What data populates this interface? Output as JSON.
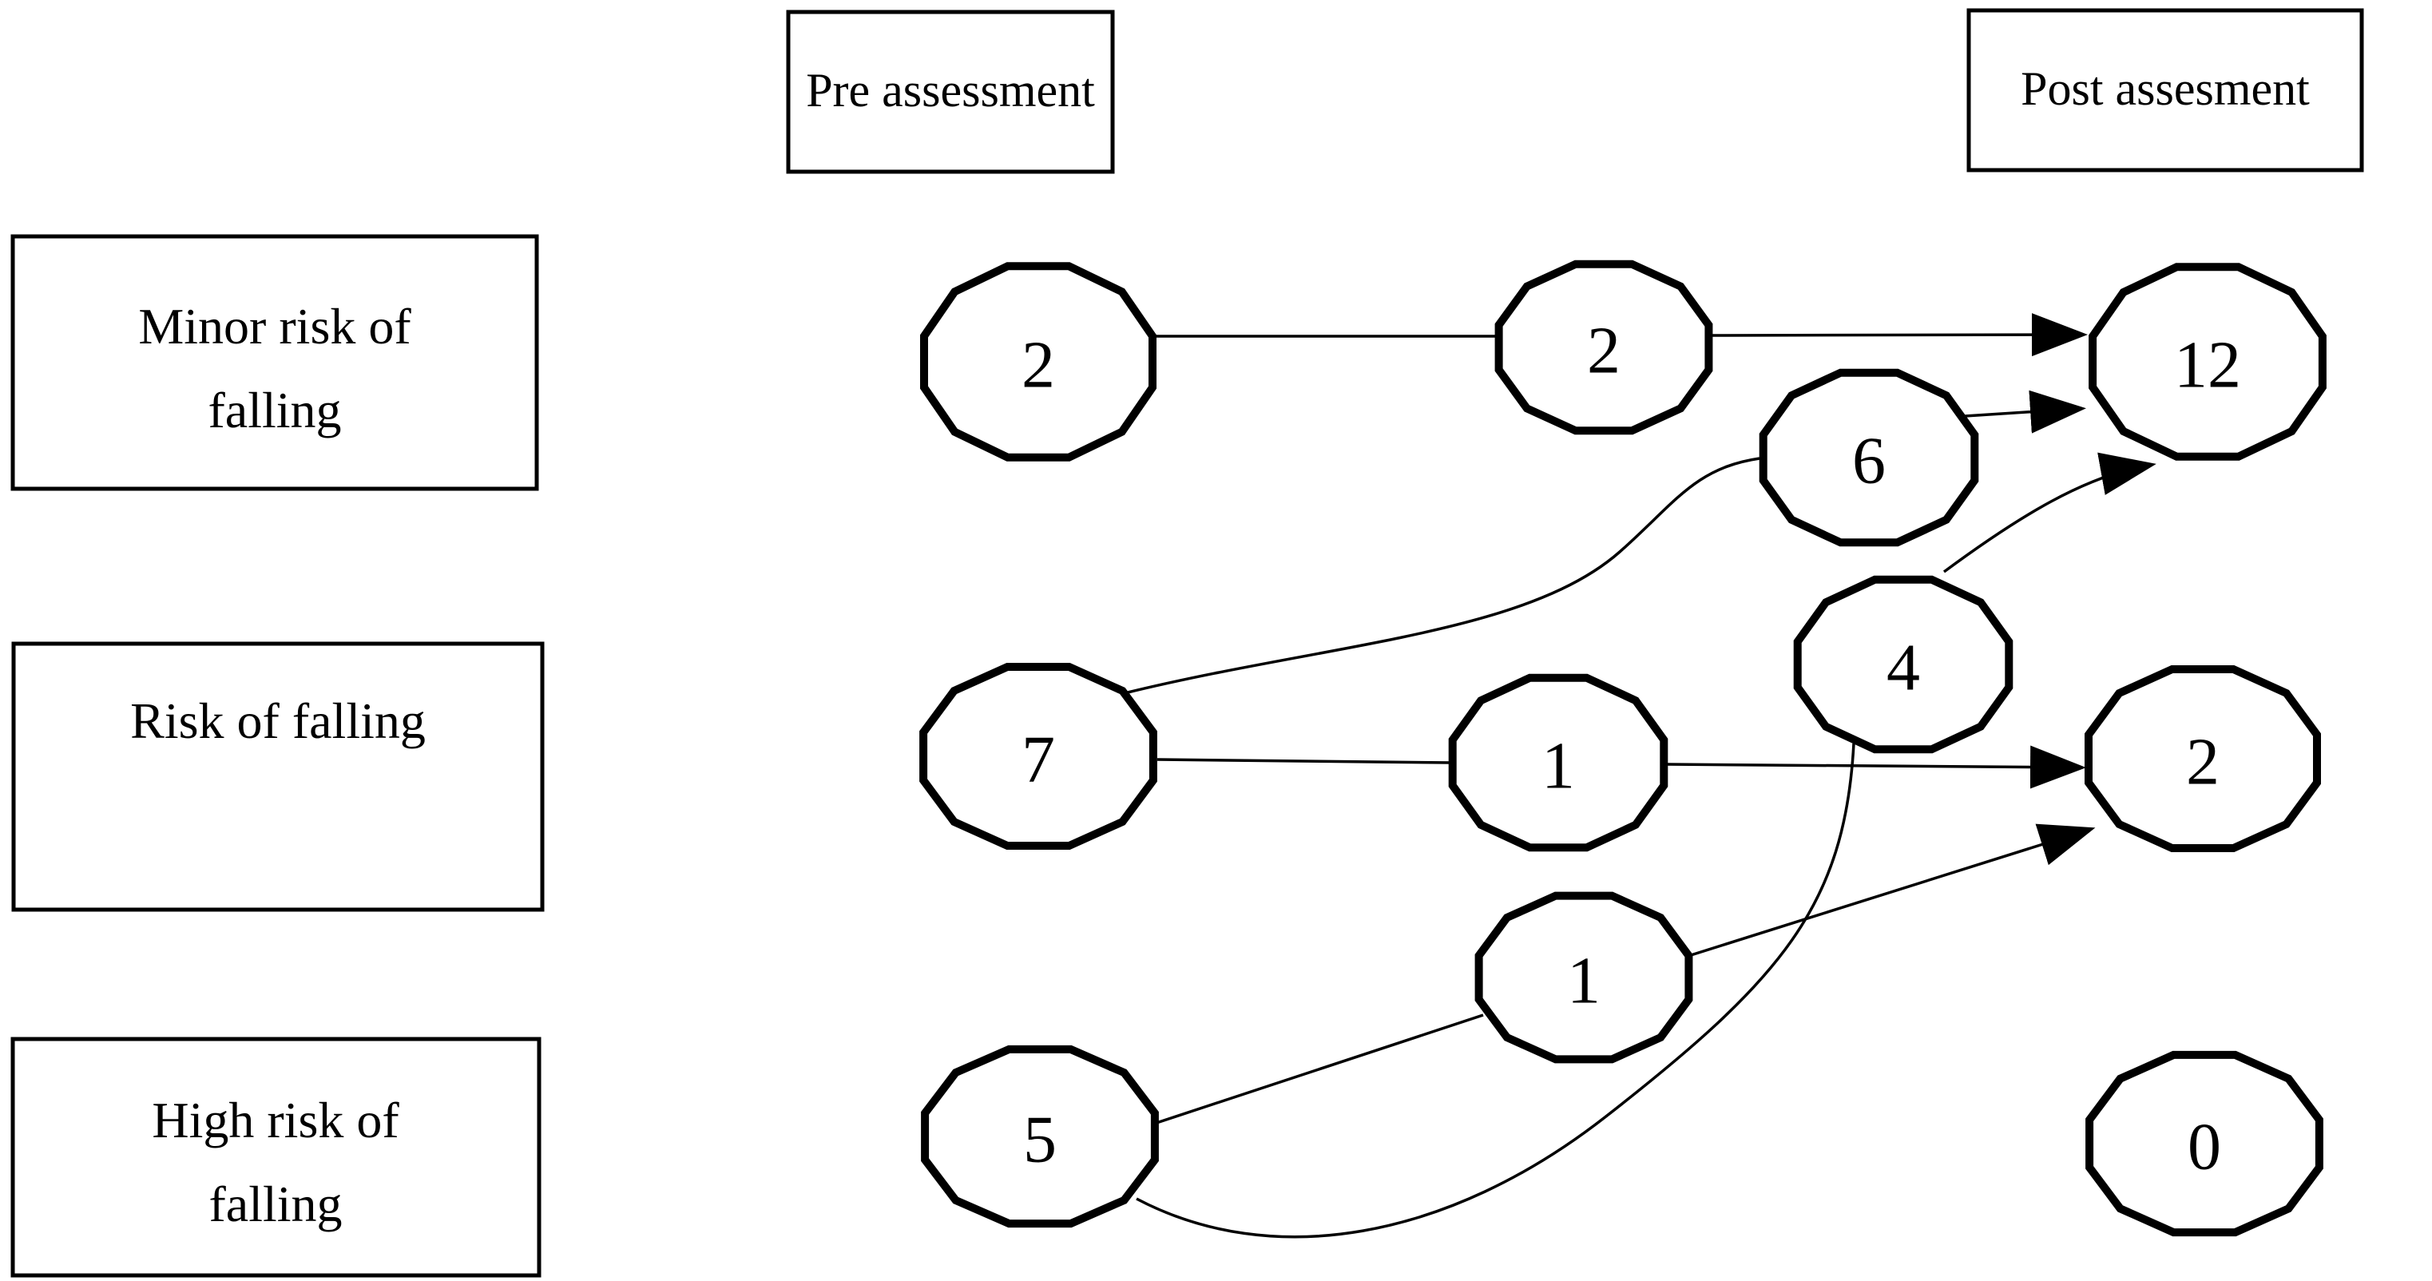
{
  "colors": {
    "ink": "#000000",
    "paper": "#ffffff"
  },
  "diagram": {
    "headers": [
      {
        "id": "pre",
        "label": "Pre assessment"
      },
      {
        "id": "post",
        "label": "Post assesment"
      }
    ],
    "row_labels": [
      {
        "id": "minor",
        "lines": [
          "Minor risk of",
          "falling"
        ]
      },
      {
        "id": "risk",
        "lines": [
          "Risk of falling"
        ]
      },
      {
        "id": "high",
        "lines": [
          "High risk of",
          "falling"
        ]
      }
    ],
    "nodes": [
      {
        "id": "n2pre",
        "value": "2",
        "column": "pre",
        "row": "minor"
      },
      {
        "id": "n2mid",
        "value": "2",
        "column": "middle",
        "row": "minor"
      },
      {
        "id": "n12",
        "value": "12",
        "column": "post",
        "row": "minor"
      },
      {
        "id": "n6",
        "value": "6",
        "column": "middle",
        "row": "minor-risk"
      },
      {
        "id": "n4",
        "value": "4",
        "column": "middle",
        "row": "risk"
      },
      {
        "id": "n7",
        "value": "7",
        "column": "pre",
        "row": "risk"
      },
      {
        "id": "n1mid",
        "value": "1",
        "column": "middle",
        "row": "risk"
      },
      {
        "id": "n2post",
        "value": "2",
        "column": "post",
        "row": "risk"
      },
      {
        "id": "n1low",
        "value": "1",
        "column": "middle",
        "row": "risk-high"
      },
      {
        "id": "n5",
        "value": "5",
        "column": "pre",
        "row": "high"
      },
      {
        "id": "n0",
        "value": "0",
        "column": "post",
        "row": "high"
      }
    ],
    "edges": [
      {
        "from": "n2pre",
        "to": "n2mid",
        "arrow": false
      },
      {
        "from": "n2mid",
        "to": "n12",
        "arrow": true
      },
      {
        "from": "n7",
        "to": "n6",
        "arrow": false
      },
      {
        "from": "n6",
        "to": "n12",
        "arrow": true
      },
      {
        "from": "n7",
        "to": "n1mid",
        "arrow": false
      },
      {
        "from": "n1mid",
        "to": "n2post",
        "arrow": true
      },
      {
        "from": "n5",
        "to": "n1low",
        "arrow": false
      },
      {
        "from": "n1low",
        "to": "n2post",
        "arrow": true
      },
      {
        "from": "n5",
        "to": "n4",
        "arrow": false
      },
      {
        "from": "n4",
        "to": "n12",
        "arrow": true
      }
    ]
  }
}
